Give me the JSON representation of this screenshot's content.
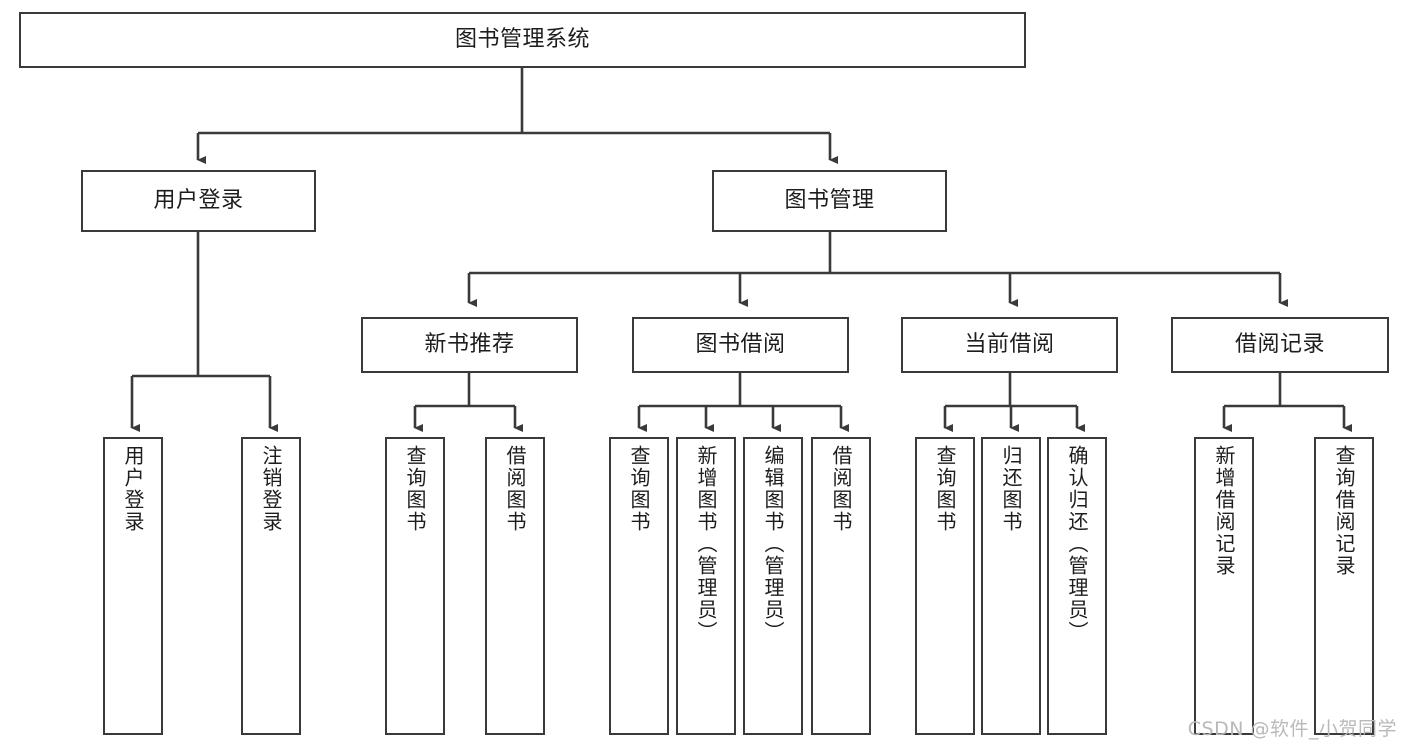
{
  "diagram": {
    "type": "tree",
    "title": "图书管理系统",
    "watermark": "CSDN @软件_小贺同学",
    "root": {
      "label": "图书管理系统"
    },
    "level2": [
      {
        "label": "用户登录"
      },
      {
        "label": "图书管理"
      }
    ],
    "level3": [
      {
        "label": "新书推荐"
      },
      {
        "label": "图书借阅"
      },
      {
        "label": "当前借阅"
      },
      {
        "label": "借阅记录"
      }
    ],
    "leaves": {
      "user_login": [
        {
          "label": "用户登录"
        },
        {
          "label": "注销登录"
        }
      ],
      "new_book_recommend": [
        {
          "label": "查询图书"
        },
        {
          "label": "借阅图书"
        }
      ],
      "book_borrow": [
        {
          "label": "查询图书"
        },
        {
          "label": "新增图书（管理员）"
        },
        {
          "label": "编辑图书（管理员）"
        },
        {
          "label": "借阅图书"
        }
      ],
      "current_borrow": [
        {
          "label": "查询图书"
        },
        {
          "label": "归还图书"
        },
        {
          "label": "确认归还（管理员）"
        }
      ],
      "borrow_records": [
        {
          "label": "新增借阅记录"
        },
        {
          "label": "查询借阅记录"
        }
      ]
    },
    "colors": {
      "border": "#3a3a3a",
      "text": "#1d1d1d",
      "background": "#ffffff",
      "watermark": "#b9b9b9"
    }
  }
}
